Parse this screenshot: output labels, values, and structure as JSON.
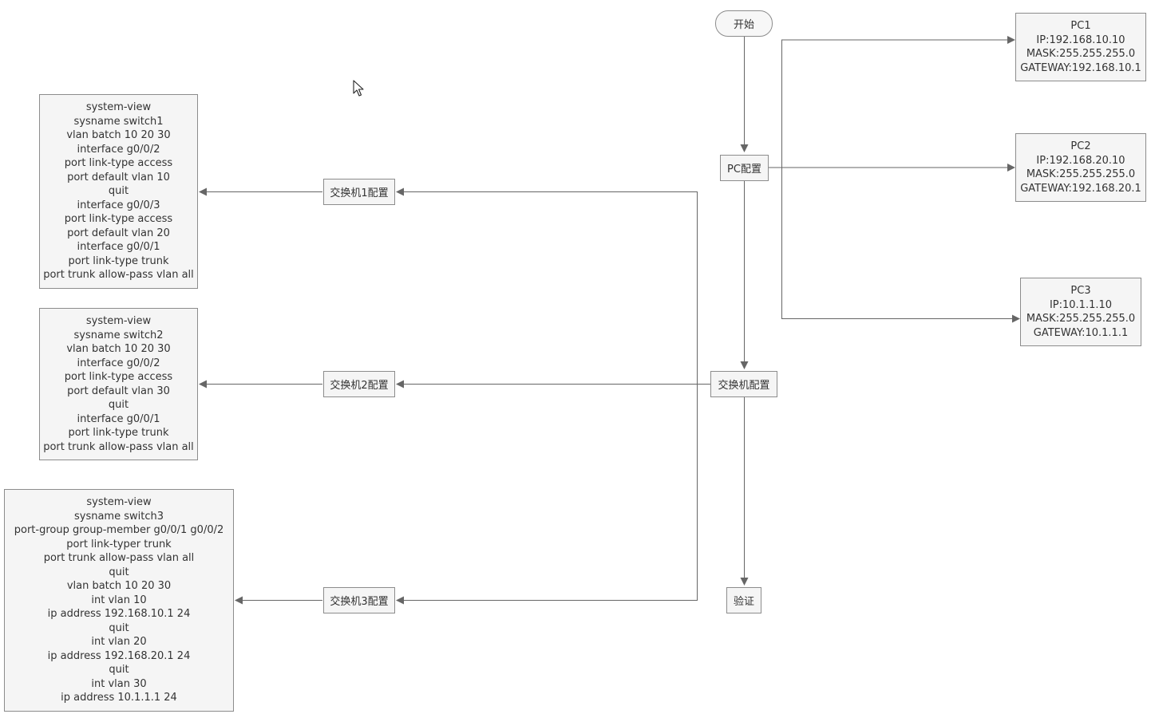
{
  "nodes": {
    "start": "开始",
    "pc_config": "PC配置",
    "switch_config": "交换机配置",
    "switch1_config": "交换机1配置",
    "switch2_config": "交换机2配置",
    "switch3_config": "交换机3配置",
    "verify": "验证"
  },
  "pcs": [
    {
      "lines": [
        "PC1",
        "IP:192.168.10.10",
        "MASK:255.255.255.0",
        "GATEWAY:192.168.10.1"
      ]
    },
    {
      "lines": [
        "PC2",
        "IP:192.168.20.10",
        "MASK:255.255.255.0",
        "GATEWAY:192.168.20.1"
      ]
    },
    {
      "lines": [
        "PC3",
        "IP:10.1.1.10",
        "MASK:255.255.255.0",
        "GATEWAY:10.1.1.1"
      ]
    }
  ],
  "switch_notes": [
    {
      "lines": [
        "system-view",
        "sysname switch1",
        "vlan batch 10 20 30",
        "interface g0/0/2",
        "port link-type access",
        "port default vlan 10",
        "quit",
        "interface g0/0/3",
        "port link-type access",
        "port default vlan 20",
        "interface g0/0/1",
        "port link-type trunk",
        "port trunk allow-pass vlan all"
      ]
    },
    {
      "lines": [
        "system-view",
        "sysname switch2",
        "vlan batch 10 20 30",
        "interface g0/0/2",
        "port link-type access",
        "port default vlan 30",
        "quit",
        "interface g0/0/1",
        "port link-type trunk",
        "port trunk allow-pass vlan all"
      ]
    },
    {
      "lines": [
        "system-view",
        "sysname switch3",
        "port-group group-member g0/0/1 g0/0/2",
        "port link-typer trunk",
        "port trunk allow-pass vlan all",
        "quit",
        "vlan batch 10 20 30",
        "int vlan 10",
        "ip address 192.168.10.1 24",
        "quit",
        "int vlan 20",
        "ip address 192.168.20.1 24",
        "quit",
        "int vlan 30",
        "ip address 10.1.1.1 24"
      ]
    }
  ]
}
